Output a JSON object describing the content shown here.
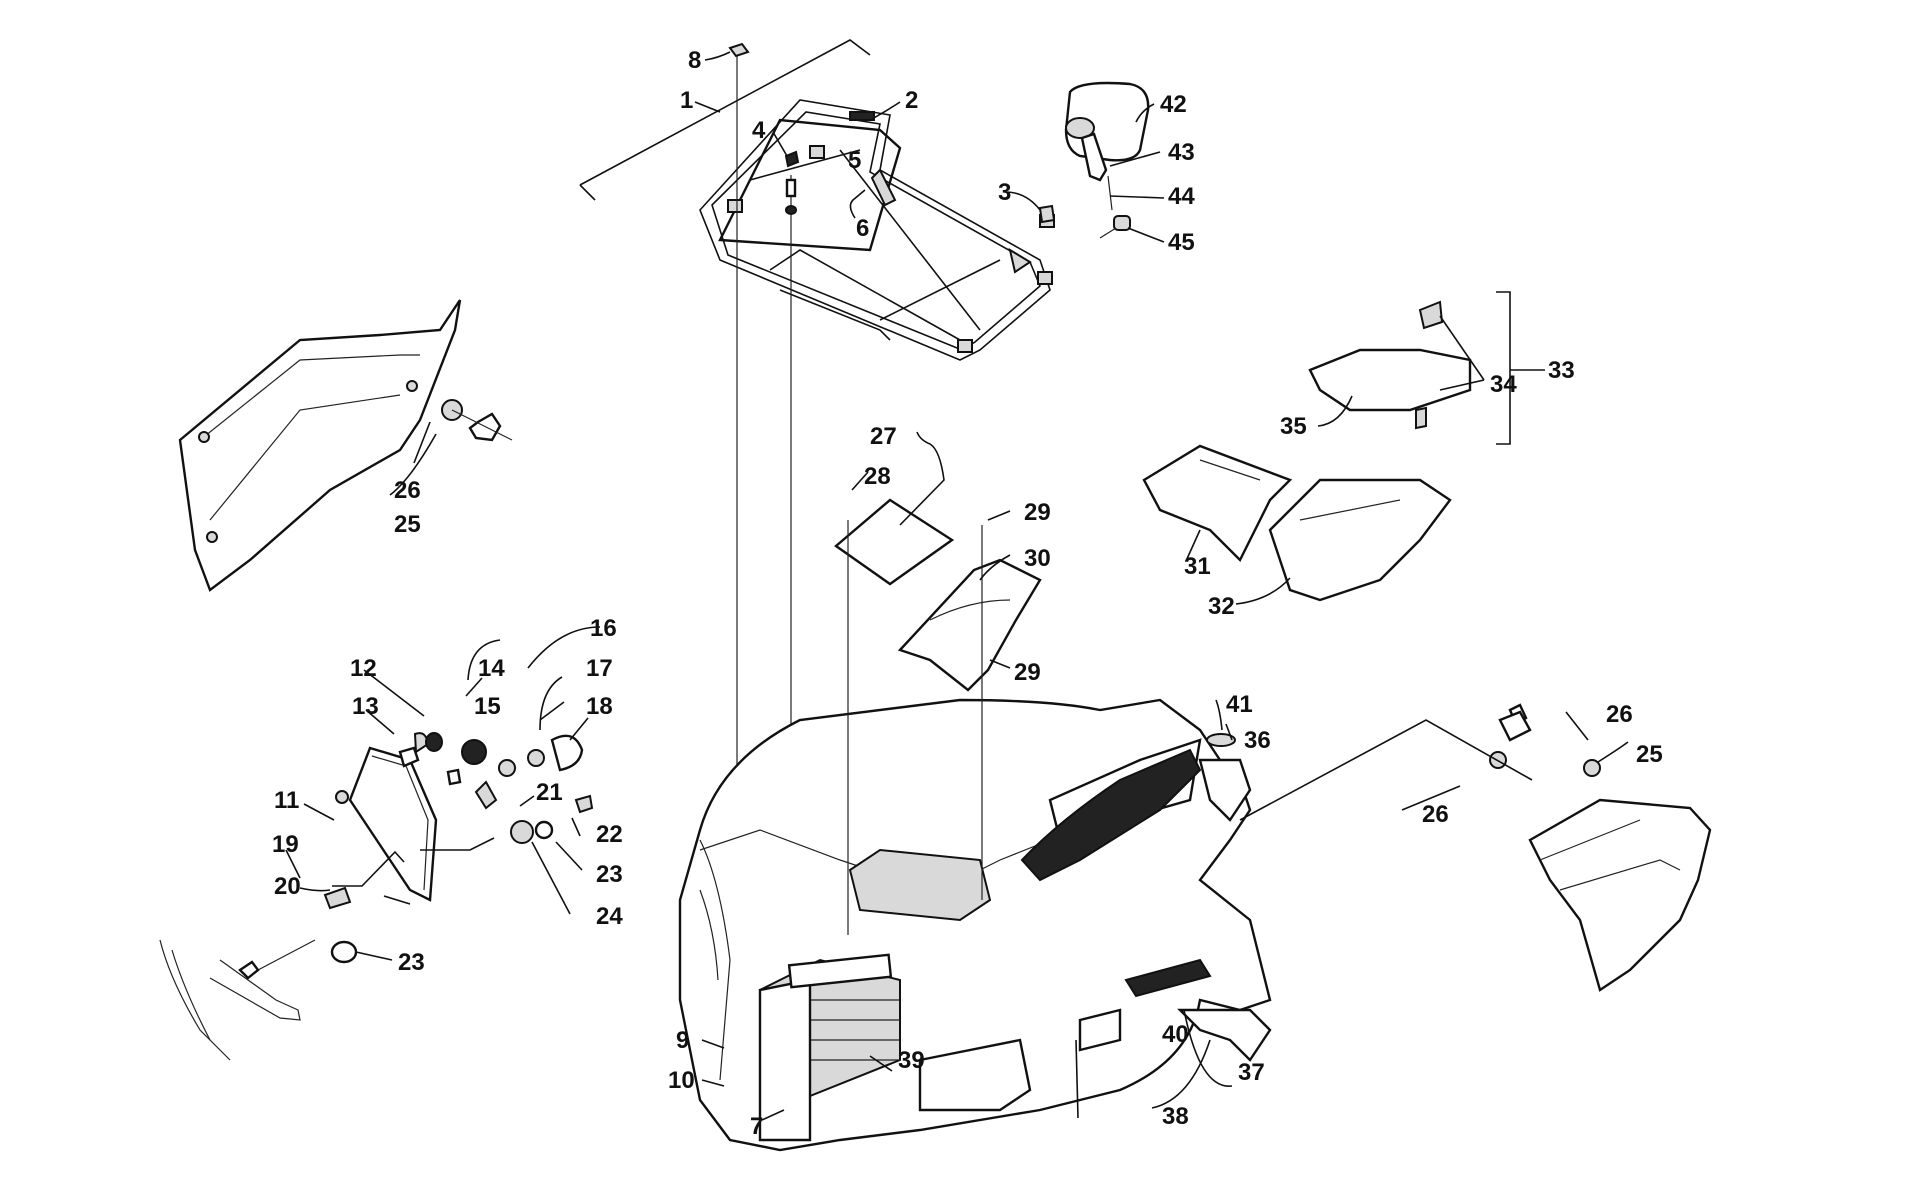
{
  "callouts": {
    "c1": "1",
    "c2": "2",
    "c3": "3",
    "c4": "4",
    "c5": "5",
    "c6": "6",
    "c7": "7",
    "c8": "8",
    "c9": "9",
    "c10": "10",
    "c11": "11",
    "c12": "12",
    "c13": "13",
    "c14": "14",
    "c15": "15",
    "c16": "16",
    "c17": "17",
    "c18": "18",
    "c19": "19",
    "c20": "20",
    "c21": "21",
    "c22": "22",
    "c23a": "23",
    "c23b": "23",
    "c24": "24",
    "c25a": "25",
    "c25b": "25",
    "c26a": "26",
    "c26b": "26",
    "c26c": "26",
    "c27": "27",
    "c28": "28",
    "c29a": "29",
    "c29b": "29",
    "c30": "30",
    "c31": "31",
    "c32": "32",
    "c33": "33",
    "c34": "34",
    "c35": "35",
    "c36": "36",
    "c37": "37",
    "c38": "38",
    "c39": "39",
    "c40": "40",
    "c41": "41",
    "c42": "42",
    "c43": "43",
    "c44": "44",
    "c45": "45"
  }
}
